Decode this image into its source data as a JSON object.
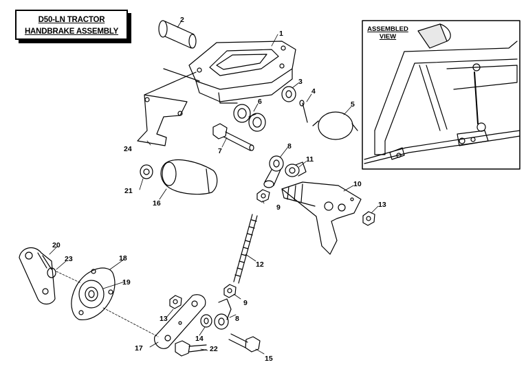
{
  "title": {
    "line1": "D50-LN TRACTOR",
    "line2": "HANDBRAKE ASSEMBLY"
  },
  "inset": {
    "label_line1": "ASSEMBLED",
    "label_line2": "VIEW"
  },
  "callouts": {
    "p1": "1",
    "p2": "2",
    "p3": "3",
    "p4": "4",
    "p5": "5",
    "p6": "6",
    "p7": "7",
    "p8a": "8",
    "p8b": "8",
    "p9a": "9",
    "p9b": "9",
    "p10": "10",
    "p11": "11",
    "p12": "12",
    "p13a": "13",
    "p13b": "13",
    "p14": "14",
    "p15": "15",
    "p16": "16",
    "p17": "17",
    "p18": "18",
    "p19": "19",
    "p20": "20",
    "p21": "21",
    "p22": "22",
    "p23": "23",
    "p24": "24"
  },
  "colors": {
    "line": "#000000",
    "background": "#ffffff"
  }
}
